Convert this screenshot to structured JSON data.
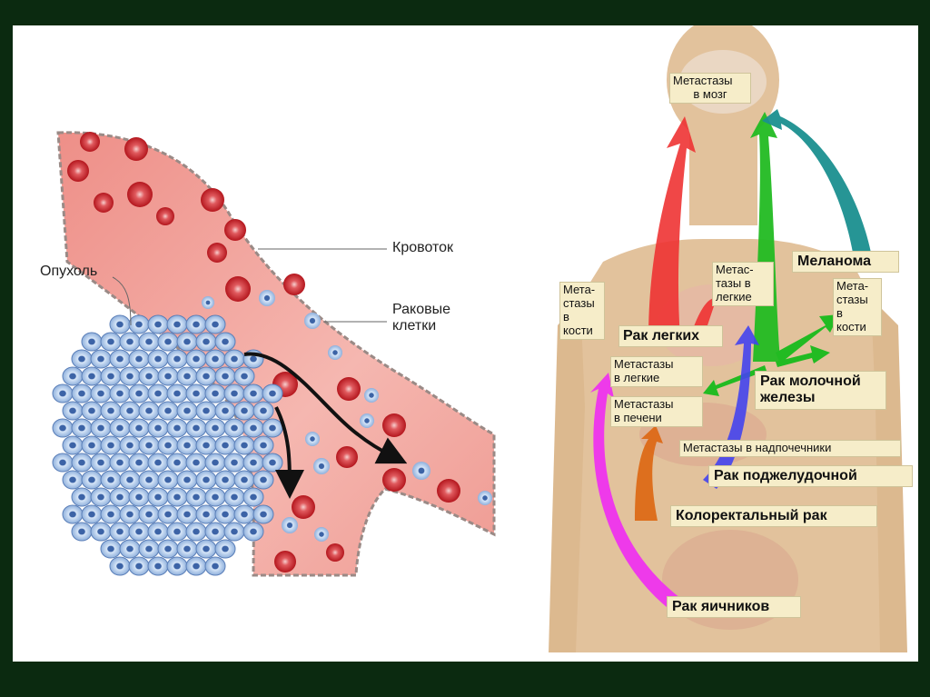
{
  "left_diagram": {
    "tumor_label": "Опухоль",
    "bloodstream_label": "Кровоток",
    "cancer_cells_label_line1": "Раковые",
    "cancer_cells_label_line2": "клетки"
  },
  "right_diagram": {
    "brain_met": [
      "Метастазы",
      "в мозг"
    ],
    "bone_met_left": [
      "Мета-",
      "стазы",
      "в",
      "кости"
    ],
    "lung_met_center": [
      "Метас-",
      "тазы в",
      "легкие"
    ],
    "bone_met_right": [
      "Мета-",
      "стазы",
      "в",
      "кости"
    ],
    "lung_met_left": [
      "Метастазы",
      "в легкие"
    ],
    "liver_met": [
      "Метастазы",
      "в печени"
    ],
    "adrenal_met": "Метастазы в надпочечники",
    "melanoma": "Меланома",
    "lung_cancer": "Рак легких",
    "breast_cancer": [
      "Рак молочной",
      "железы"
    ],
    "pancreatic_cancer": "Рак поджелудочной",
    "colorectal_cancer": "Колоректальный рак",
    "ovarian_cancer": "Рак яичников"
  },
  "colors": {
    "background": "#0b2a10",
    "vessel": "#f2a8a0",
    "red_cell": "#c8282d",
    "tumor_cell": "#a9c3e6",
    "body": "#e2c29c",
    "lung_arrow": "#ee3333",
    "breast_arrow": "#22bb22",
    "melanoma_arrow": "#1a8f8f",
    "ovarian_arrow": "#ee33ee",
    "pancreas_arrow": "#4444ee",
    "colorectal_arrow": "#dd6611"
  }
}
